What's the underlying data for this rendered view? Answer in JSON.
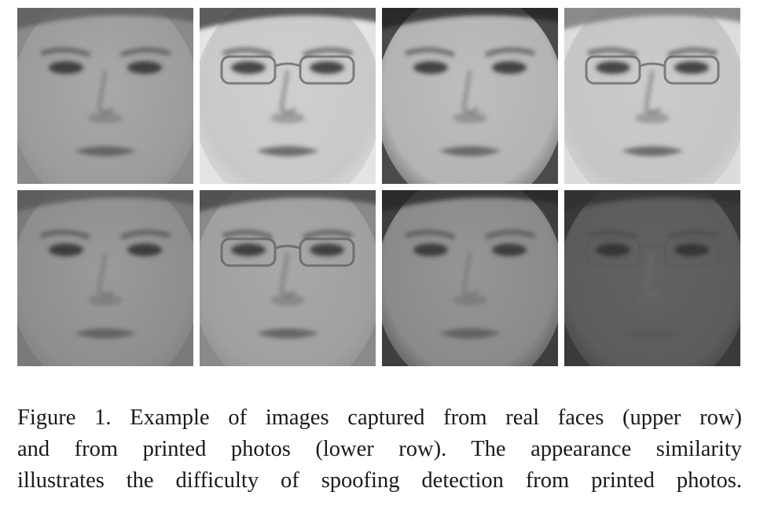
{
  "figure": {
    "rows": [
      {
        "faces": [
          {
            "tone": "#9c9c9c",
            "skin": "#a9a9a9",
            "hair": "#5a5a5a",
            "bg": "#8a8a8a",
            "glasses": false,
            "dark": false
          },
          {
            "tone": "#c9c9c9",
            "skin": "#cfcfcf",
            "hair": "#3c3c3c",
            "bg": "#e4e4e4",
            "glasses": true,
            "dark": false
          },
          {
            "tone": "#b4b4b4",
            "skin": "#bebebe",
            "hair": "#222222",
            "bg": "#4a4a4a",
            "glasses": false,
            "dark": false
          },
          {
            "tone": "#c6c6c6",
            "skin": "#cbcbcb",
            "hair": "#777777",
            "bg": "#dcdcdc",
            "glasses": true,
            "dark": false
          }
        ]
      },
      {
        "faces": [
          {
            "tone": "#8e8e8e",
            "skin": "#9b9b9b",
            "hair": "#555555",
            "bg": "#7a7a7a",
            "glasses": false,
            "dark": false
          },
          {
            "tone": "#a0a0a0",
            "skin": "#a8a8a8",
            "hair": "#444444",
            "bg": "#8a8a8a",
            "glasses": true,
            "dark": false
          },
          {
            "tone": "#8a8a8a",
            "skin": "#969696",
            "hair": "#262626",
            "bg": "#3e3e3e",
            "glasses": false,
            "dark": false
          },
          {
            "tone": "#5c5c5c",
            "skin": "#626262",
            "hair": "#303030",
            "bg": "#3a3a3a",
            "glasses": true,
            "dark": true
          }
        ]
      }
    ]
  },
  "caption": {
    "lines": [
      "Figure 1. Example of images captured from real faces (upper row)",
      "and from printed photos (lower row).  The appearance similarity",
      "illustrates the difficulty of spoofing detection from printed photos."
    ]
  }
}
